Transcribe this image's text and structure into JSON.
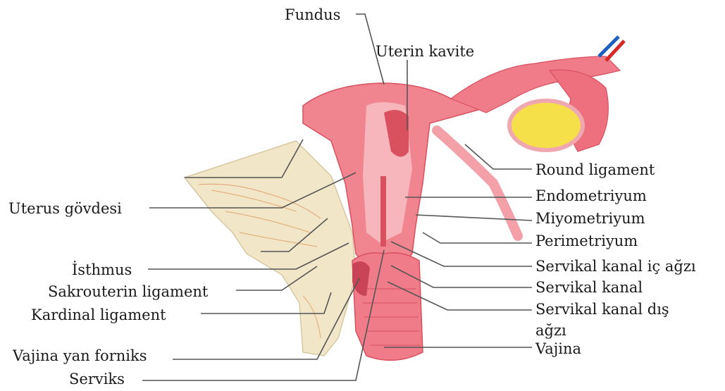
{
  "labels": {
    "fundus": "Fundus",
    "uterin_kavite": "Uterin kavite",
    "round_ligament": "Round ligament",
    "endometriyum": "Endometriyum",
    "miyometriyum": "Miyometriyum",
    "perimetriyum": "Perimetriyum",
    "servikal_kanal_ic_agzi": "Servikal kanal iç ağzı",
    "servikal_kanal": "Servikal kanal",
    "servikal_kanal_dis_line1": "Servikal kanal dış",
    "servikal_kanal_dis_line2": "ağzı",
    "vajina": "Vajina",
    "uterus_govdesi": "Uterus gövdesi",
    "isthmus": "İsthmus",
    "sakrouterin_ligament": "Sakrouterin ligament",
    "kardinal_ligament": "Kardinal ligament",
    "vajina_yan_forniks": "Vajina yan forniks",
    "serviks": "Serviks"
  },
  "colors": {
    "uterus_pink": "#f0848f",
    "uterus_light": "#f7b6bb",
    "uterus_dark": "#d9505e",
    "ligament_cream": "#f2e6c9",
    "ovary_yellow": "#f6e04a",
    "vessel_red": "#d62828",
    "vessel_blue": "#1f5fbf",
    "leader_line": "#555555"
  }
}
